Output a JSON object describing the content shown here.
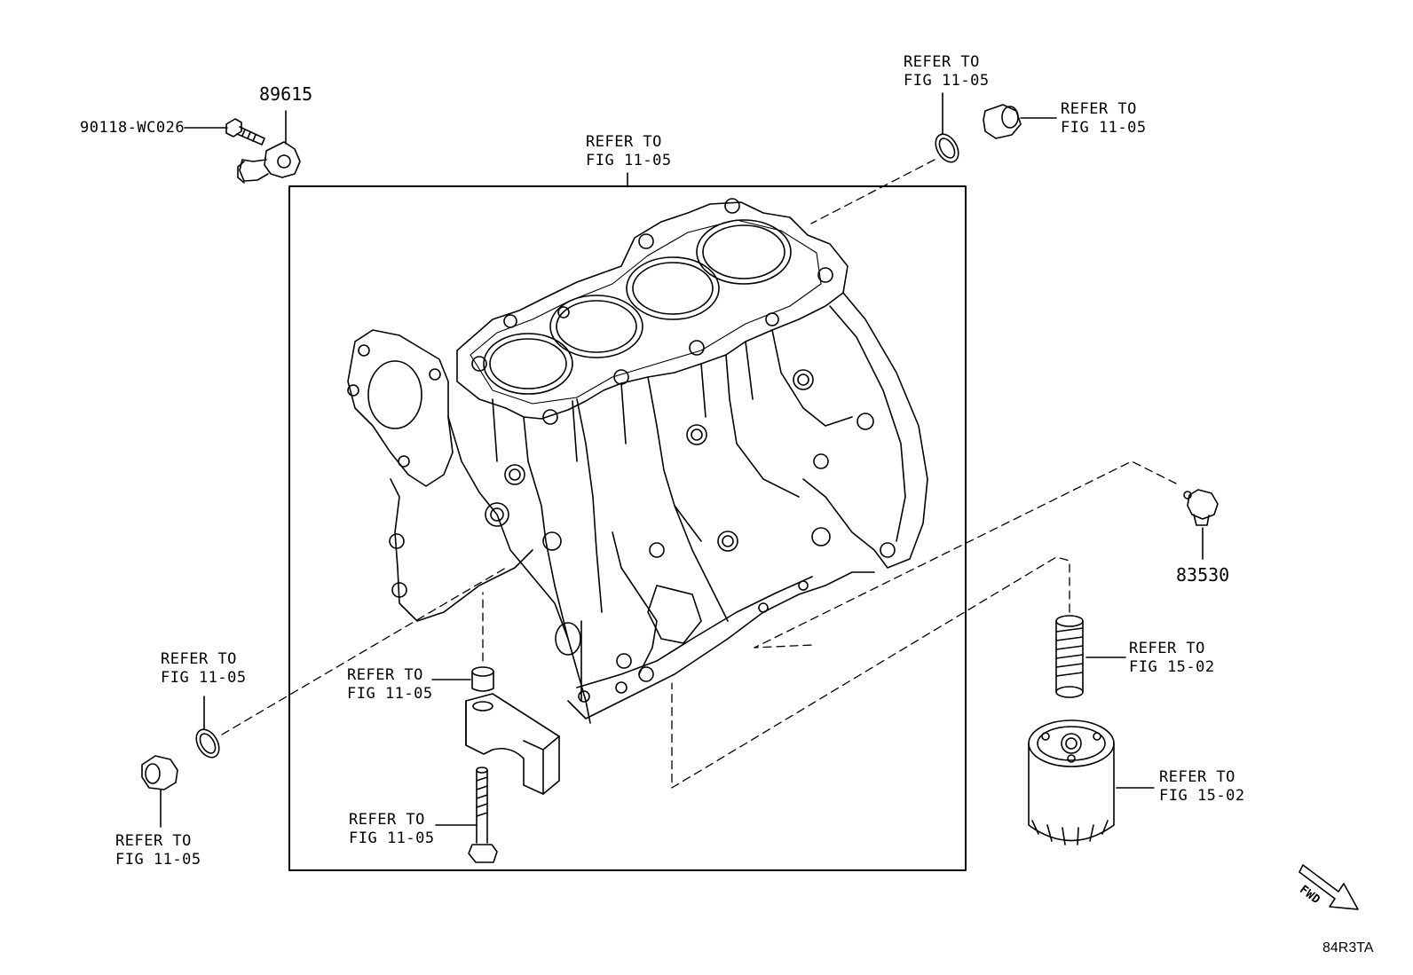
{
  "labels": {
    "refer_top_center": [
      "REFER TO",
      "FIG 11-05"
    ],
    "refer_top_right_1": [
      "REFER TO",
      "FIG 11-05"
    ],
    "refer_top_right_2": [
      "REFER TO",
      "FIG 11-05"
    ],
    "refer_left_mid": [
      "REFER TO",
      "FIG 11-05"
    ],
    "refer_left_bottom": [
      "REFER TO",
      "FIG 11-05"
    ],
    "refer_center_pin": [
      "REFER TO",
      "FIG 11-05"
    ],
    "refer_center_bolt": [
      "REFER TO",
      "FIG 11-05"
    ],
    "refer_stud": [
      "REFER TO",
      "FIG 15-02"
    ],
    "refer_filter": [
      "REFER TO",
      "FIG 15-02"
    ]
  },
  "part_numbers": {
    "knock_sensor": "89615",
    "bolt": "90118-WC026",
    "oil_pressure_switch": "83530"
  },
  "fwd_label": "FWD",
  "figure_code": "84R3TA"
}
